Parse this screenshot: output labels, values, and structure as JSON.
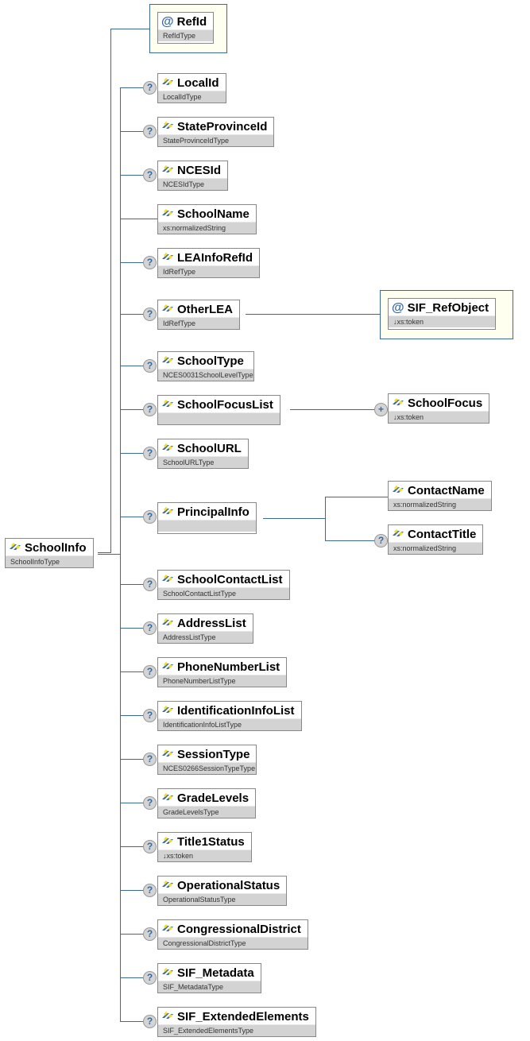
{
  "root": {
    "name": "SchoolInfo",
    "type": "SchoolInfoType"
  },
  "refid": {
    "name": "RefId",
    "type": "RefIdType"
  },
  "elements": [
    {
      "name": "LocalId",
      "type": "LocalIdType",
      "optional": true
    },
    {
      "name": "StateProvinceId",
      "type": "StateProvinceIdType",
      "optional": true
    },
    {
      "name": "NCESId",
      "type": "NCESIdType",
      "optional": true
    },
    {
      "name": "SchoolName",
      "type": "xs:normalizedString",
      "optional": false
    },
    {
      "name": "LEAInfoRefId",
      "type": "IdRefType",
      "optional": true
    },
    {
      "name": "OtherLEA",
      "type": "IdRefType",
      "optional": true
    },
    {
      "name": "SchoolType",
      "type": "NCES0031SchoolLevelType",
      "optional": true
    },
    {
      "name": "SchoolFocusList",
      "type": "",
      "optional": true
    },
    {
      "name": "SchoolURL",
      "type": "SchoolURLType",
      "optional": true
    },
    {
      "name": "PrincipalInfo",
      "type": "",
      "optional": true
    },
    {
      "name": "SchoolContactList",
      "type": "SchoolContactListType",
      "optional": true
    },
    {
      "name": "AddressList",
      "type": "AddressListType",
      "optional": true
    },
    {
      "name": "PhoneNumberList",
      "type": "PhoneNumberListType",
      "optional": true
    },
    {
      "name": "IdentificationInfoList",
      "type": "IdentificationInfoListType",
      "optional": true
    },
    {
      "name": "SessionType",
      "type": "NCES0266SessionTypeType",
      "optional": true
    },
    {
      "name": "GradeLevels",
      "type": "GradeLevelsType",
      "optional": true
    },
    {
      "name": "Title1Status",
      "type": "↓xs:token",
      "optional": true
    },
    {
      "name": "OperationalStatus",
      "type": "OperationalStatusType",
      "optional": true
    },
    {
      "name": "CongressionalDistrict",
      "type": "CongressionalDistrictType",
      "optional": true
    },
    {
      "name": "SIF_Metadata",
      "type": "SIF_MetadataType",
      "optional": true
    },
    {
      "name": "SIF_ExtendedElements",
      "type": "SIF_ExtendedElementsType",
      "optional": true
    }
  ],
  "other_lea_attr": {
    "name": "SIF_RefObject",
    "type": "↓xs:token"
  },
  "school_focus": {
    "name": "SchoolFocus",
    "type": "↓xs:token"
  },
  "contact_name": {
    "name": "ContactName",
    "type": "xs:normalizedString"
  },
  "contact_title": {
    "name": "ContactTitle",
    "type": "xs:normalizedString"
  },
  "symbols": {
    "optional": "?",
    "repeat": "+",
    "attribute": "@"
  }
}
